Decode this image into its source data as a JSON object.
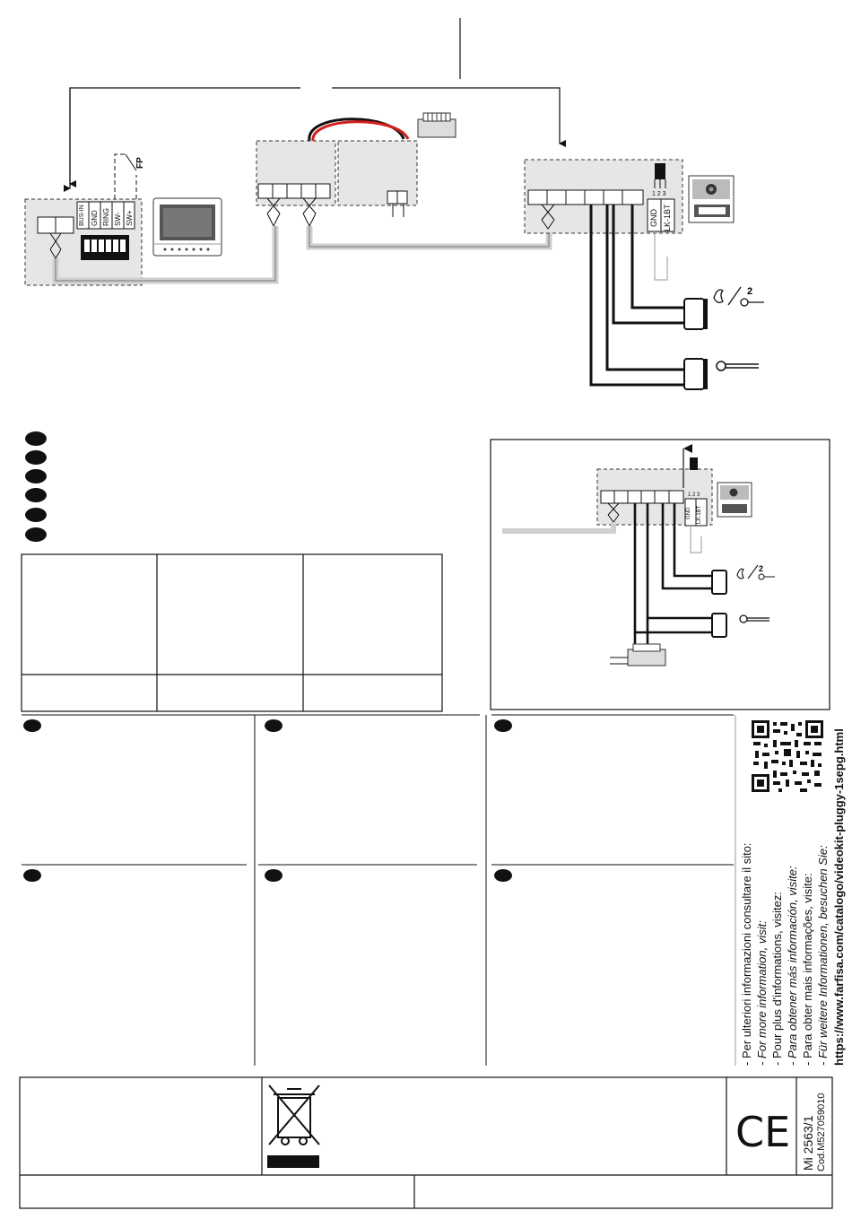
{
  "diagram": {
    "fp_label": "FP",
    "monitor_terminals": [
      "BUS-IN",
      "GND",
      "RING",
      "SW-",
      "SW+"
    ],
    "lock_terminals": [
      "LK-1BT",
      "GND"
    ],
    "jumper_top_label": "1 2 3",
    "jumper_inset_label": "1 2 3",
    "inset_lock_terminals": [
      "LK-1BT",
      "GND"
    ],
    "pushbutton_number": "2",
    "inset_pushbutton_number": "2",
    "panel_icon": "door-entry-panel-icon",
    "key_icon": "key-icon",
    "bell_icon": "bell-icon"
  },
  "info": {
    "lines": [
      "- Per ulteriori informazioni consultare il sito:",
      "- For more information, visit:",
      "- Pour plus d'informations, visitez:",
      "- Para obtener más información, visite:",
      "- Para obter mais informações, visite:",
      "- Für weitere Informationen, besuchen Sie:"
    ],
    "url": "https://www.farfisa.com/catalogo/videokit-pluggy-1sepg.html"
  },
  "footer": {
    "doc_number": "Mi 2563/1",
    "code": "Cod.M527059010",
    "ce_mark": "CE"
  },
  "colors": {
    "line": "#111111",
    "dashed_box": "#e6e6e6",
    "bus_wire": "#cfcfcf",
    "red_wire": "#d21e1e"
  }
}
